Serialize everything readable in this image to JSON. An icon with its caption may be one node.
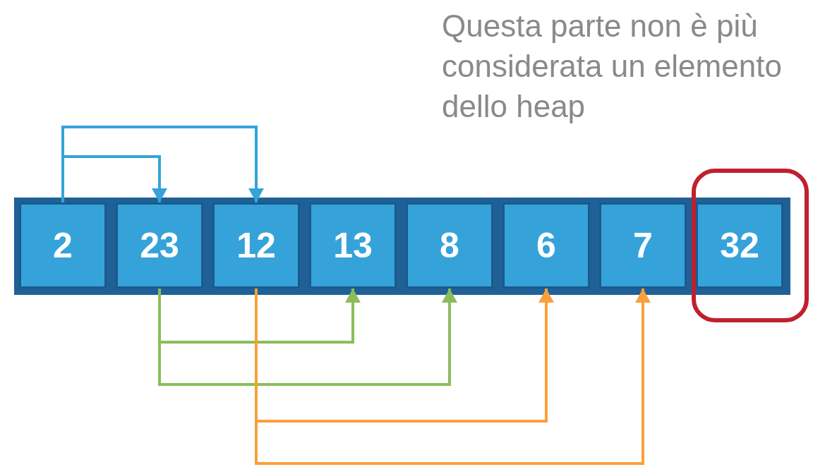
{
  "diagram": {
    "nodes": [
      {
        "text": [
          "2"
        ]
      },
      {
        "text": [
          "23"
        ]
      },
      {
        "text": [
          "12"
        ]
      },
      {
        "text": [
          "13"
        ]
      },
      {
        "text": [
          "8"
        ]
      },
      {
        "text": [
          "6"
        ]
      },
      {
        "text": [
          "7"
        ]
      },
      {
        "text": [
          "32"
        ]
      }
    ],
    "edges": [
      {
        "from": 0,
        "to": 1,
        "arrow": "to",
        "color": "#35a3d9"
      },
      {
        "from": 0,
        "to": 2,
        "arrow": "to",
        "color": "#35a3d9"
      },
      {
        "from": 1,
        "to": 3,
        "arrow": "to",
        "color": "#8bbd5a"
      },
      {
        "from": 1,
        "to": 4,
        "arrow": "to",
        "color": "#8bbd5a"
      },
      {
        "from": 2,
        "to": 5,
        "arrow": "to",
        "color": "#f9a03a"
      },
      {
        "from": 2,
        "to": 6,
        "arrow": "to",
        "color": "#f9a03a"
      }
    ],
    "labels": [
      "Questa parte non è più considerata un elemento dello heap"
    ]
  }
}
